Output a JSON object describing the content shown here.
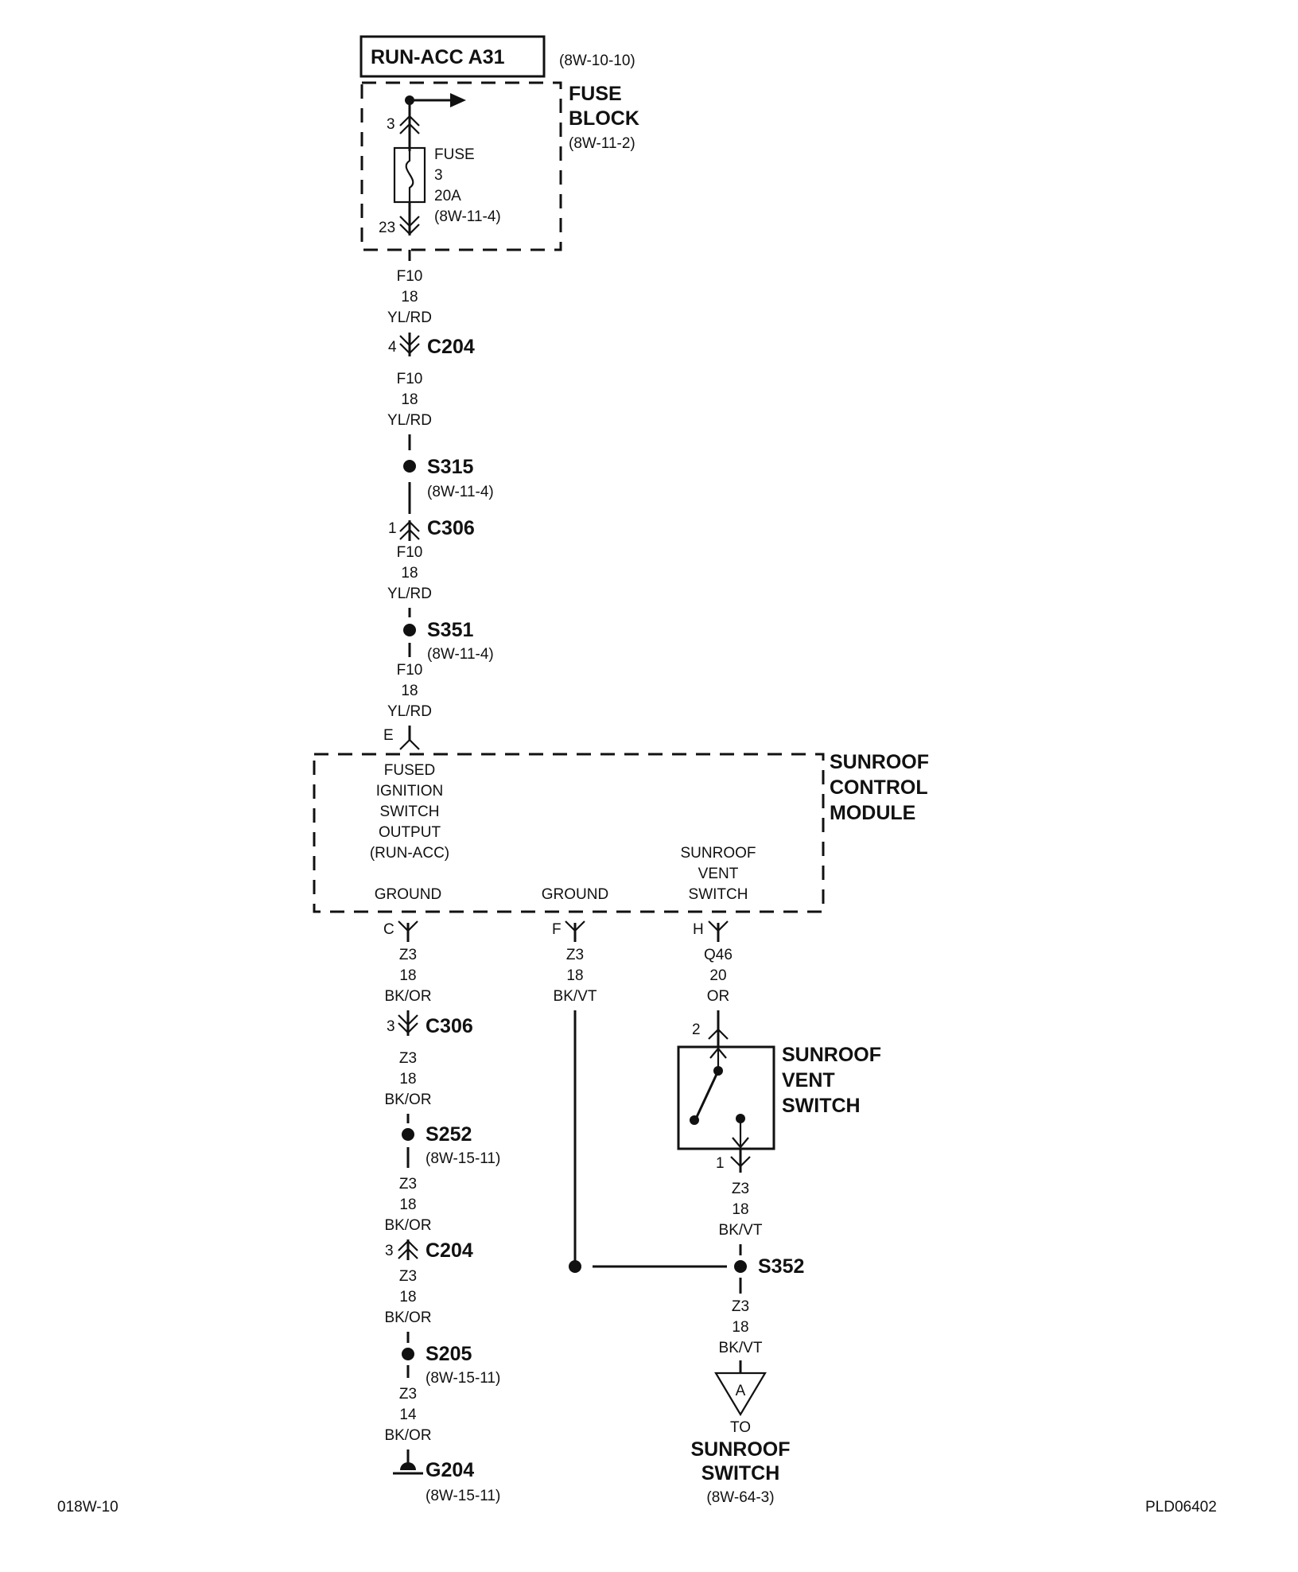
{
  "title_box": {
    "label": "RUN-ACC A31",
    "ref": "(8W-10-10)"
  },
  "fuse_block": {
    "title_line1": "FUSE",
    "title_line2": "BLOCK",
    "ref": "(8W-11-2)",
    "pin_in": "3",
    "pin_out": "23",
    "fuse_line1": "FUSE",
    "fuse_line2": "3",
    "fuse_line3": "20A",
    "fuse_ref": "(8W-11-4)"
  },
  "main_wire": [
    {
      "circuit": "F10",
      "gauge": "18",
      "color": "YL/RD"
    },
    {
      "circuit": "F10",
      "gauge": "18",
      "color": "YL/RD"
    },
    {
      "circuit": "F10",
      "gauge": "18",
      "color": "YL/RD"
    },
    {
      "circuit": "F10",
      "gauge": "18",
      "color": "YL/RD"
    }
  ],
  "connectors": {
    "c204_top": {
      "pin": "4",
      "name": "C204"
    },
    "c306_top": {
      "pin": "1",
      "name": "C306"
    },
    "module_e": {
      "pin": "E"
    },
    "module_c": {
      "pin": "C"
    },
    "module_f": {
      "pin": "F"
    },
    "module_h": {
      "pin": "H"
    },
    "c306_bottom": {
      "pin": "3",
      "name": "C306"
    },
    "c204_bottom": {
      "pin": "3",
      "name": "C204"
    },
    "switch_pin2": {
      "pin": "2"
    },
    "switch_pin1": {
      "pin": "1"
    }
  },
  "splices": {
    "s315": {
      "name": "S315",
      "ref": "(8W-11-4)"
    },
    "s351": {
      "name": "S351",
      "ref": "(8W-11-4)"
    },
    "s252": {
      "name": "S252",
      "ref": "(8W-15-11)"
    },
    "s205": {
      "name": "S205",
      "ref": "(8W-15-11)"
    },
    "s352": {
      "name": "S352"
    }
  },
  "module": {
    "title_line1": "SUNROOF",
    "title_line2": "CONTROL",
    "title_line3": "MODULE",
    "input_lines": [
      "FUSED",
      "IGNITION",
      "SWITCH",
      "OUTPUT",
      "(RUN-ACC)"
    ],
    "ground1": "GROUND",
    "ground2": "GROUND",
    "vent_lines": [
      "SUNROOF",
      "VENT",
      "SWITCH"
    ]
  },
  "left_ground_wire": [
    {
      "circuit": "Z3",
      "gauge": "18",
      "color": "BK/OR"
    },
    {
      "circuit": "Z3",
      "gauge": "18",
      "color": "BK/OR"
    },
    {
      "circuit": "Z3",
      "gauge": "18",
      "color": "BK/OR"
    },
    {
      "circuit": "Z3",
      "gauge": "18",
      "color": "BK/OR"
    },
    {
      "circuit": "Z3",
      "gauge": "14",
      "color": "BK/OR"
    }
  ],
  "ground": {
    "name": "G204",
    "ref": "(8W-15-11)"
  },
  "middle_ground_wire": {
    "circuit": "Z3",
    "gauge": "18",
    "color": "BK/VT"
  },
  "vent_wire": {
    "circuit": "Q46",
    "gauge": "20",
    "color": "OR"
  },
  "vent_switch": {
    "title_line1": "SUNROOF",
    "title_line2": "VENT",
    "title_line3": "SWITCH"
  },
  "right_ground_wire": [
    {
      "circuit": "Z3",
      "gauge": "18",
      "color": "BK/VT"
    },
    {
      "circuit": "Z3",
      "gauge": "18",
      "color": "BK/VT"
    }
  ],
  "offpage": {
    "letter": "A",
    "to": "TO",
    "dest_line1": "SUNROOF",
    "dest_line2": "SWITCH",
    "ref": "(8W-64-3)"
  },
  "footer": {
    "left": "018W-10",
    "right": "PLD06402"
  }
}
